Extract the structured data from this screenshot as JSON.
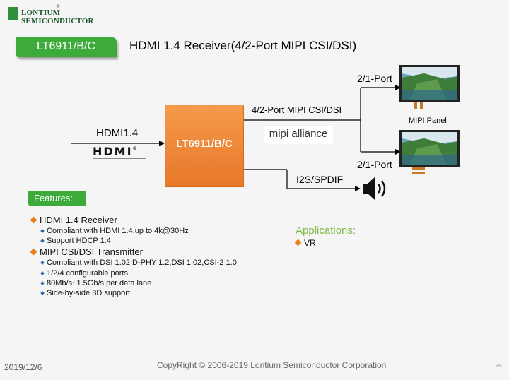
{
  "logo": {
    "line1": "LONTIUM",
    "line2": "SEMICONDUCTOR",
    "reg": "®"
  },
  "title_tag": "LT6911/B/C",
  "title": "HDMI 1.4 Receiver(4/2-Port MIPI CSI/DSI)",
  "chip_label": "LT6911/B/C",
  "hdmi_in_label": "HDMI1.4",
  "hdmi_logo_text": "HDMI",
  "hdmi_logo_reg": "®",
  "mipi_link_label": "4/2-Port MIPI CSI/DSI",
  "mipi_logo_text": "mipi alliance",
  "port_top_label": "2/1-Port",
  "port_bottom_label": "2/1-Port",
  "panel_label": "MIPI  Panel",
  "audio_label": "I2S/SPDIF",
  "features_tag": "Features:",
  "features": {
    "hdmi_head": "HDMI 1.4 Receiver",
    "hdmi_items": [
      "Compliant with HDMI 1.4,up to 4k@30Hz",
      "Support HDCP 1.4"
    ],
    "mipi_head": "MIPI CSI/DSI Transmitter",
    "mipi_items": [
      "Compliant with DSI 1.02,D-PHY 1.2,DSI 1.02,CSI-2 1.0",
      "1/2/4 configurable ports",
      "80Mb/s~1.5Gb/s per data lane",
      "Side-by-side 3D support"
    ]
  },
  "applications_head": "Applications:",
  "applications": [
    "VR"
  ],
  "footer": {
    "date": "2019/12/6",
    "copyright": "CopyRight © 2006-2019 Lontium Semiconductor Corporation",
    "page": "29"
  },
  "colors": {
    "green": "#3dab3a",
    "orange": "#e8821f",
    "chip": "#f08a38",
    "apps": "#7dbb43"
  }
}
